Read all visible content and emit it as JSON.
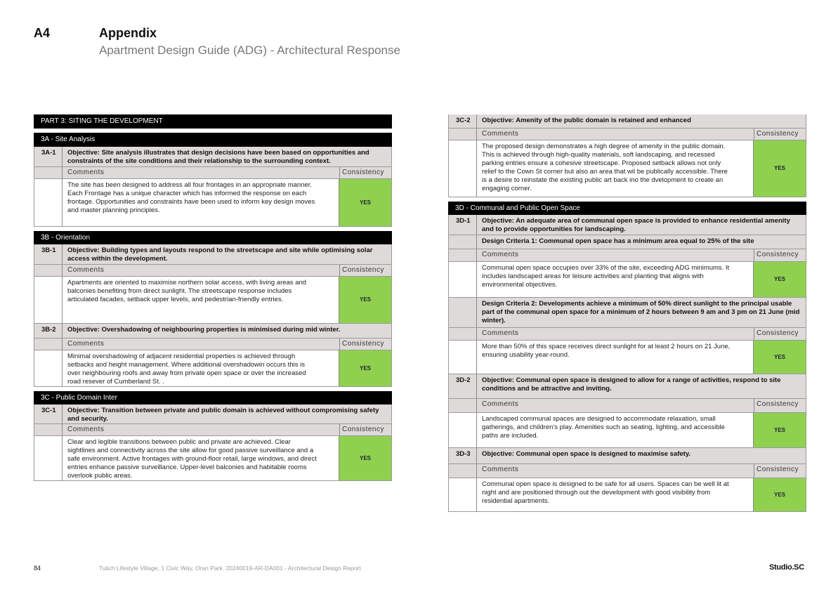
{
  "header": {
    "code": "A4",
    "title": "Appendix",
    "subtitle": "Apartment Design Guide (ADG) - Architectural Response"
  },
  "labels": {
    "comments": "Comments",
    "consistency": "Consistency"
  },
  "colors": {
    "yes": "#8fd14f",
    "header_bg": "#000000",
    "row_bg": "#dedad9"
  },
  "left": [
    {
      "type": "sec",
      "text": "PART 3: SITING THE DEVELOPMENT"
    },
    {
      "type": "sec",
      "text": "3A - Site Analysis"
    },
    {
      "type": "obj",
      "code": "3A-1",
      "text": "Objective: Site analysis illustrates that design decisions have been based on opportunities and constraints of the site conditions and their relationship to the surrounding context."
    },
    {
      "type": "hdr"
    },
    {
      "type": "body",
      "text": "The site has been designed to address all four frontages in an appropriate manner. Each Frontage has a unique character which has informed the response on each frontage. Opportunities and constraints have been used to inform key design moves and master planning principles.",
      "consistency": "YES"
    },
    {
      "type": "sec",
      "text": "3B - Orientation"
    },
    {
      "type": "obj",
      "code": "3B-1",
      "text": "Objective: Building types and layouts respond to the streetscape and site while optimising solar access within the development."
    },
    {
      "type": "hdr"
    },
    {
      "type": "body",
      "text": "Apartments are oriented to maximise northern solar access, with living areas and balconies benefiting from direct sunlight. The streetscape response includes articulated facades, setback upper levels, and pedestrian-friendly entries.",
      "consistency": "YES"
    },
    {
      "type": "obj",
      "code": "3B-2",
      "text": "Objective: Overshadowing of neighbouring properties is minimised during mid winter."
    },
    {
      "type": "hdr"
    },
    {
      "type": "body",
      "text": "Minimal overshadowing of adjacent residential properties is achieved through setbacks and height management. Where additional overshadowin occurs this is over neighbouring roofs and away from private open space or over the increased road resever of Cumberland St. .",
      "consistency": "YES"
    },
    {
      "type": "sec",
      "text": "3C - Public Domain Inter"
    },
    {
      "type": "obj",
      "code": "3C-1",
      "text": "Objective: Transition between private and public domain is achieved without compromising safety and security."
    },
    {
      "type": "hdr"
    },
    {
      "type": "body",
      "text": "Clear and legible transitions between public and private are achieved. Clear sightlines and connectivity across the site allow for good passive surveillance and a safe environment. Active frontages with ground-floor retail, large windows, and direct entries enhance passive surveillance. Upper-level balconies and habitable rooms overlook public areas.",
      "consistency": "YES"
    }
  ],
  "right": [
    {
      "type": "obj",
      "code": "3C-2",
      "text": "Objective: Amenity of the public domain is retained and enhanced"
    },
    {
      "type": "hdr"
    },
    {
      "type": "body",
      "text": "The proposed design demonstrates a high degree of amenity in the public domain. This is achieved through high-quality materials, soft landscaping, and recessed parking entries ensure a cohesive streetscape. Proposed setback allows not only relief to the Cown St corner but also an area that wil be publically accessible. There is a desire to reinstate the existing public art back ino the dvelopment to create an engaging corner.",
      "consistency": "YES"
    },
    {
      "type": "sec",
      "text": "3D - Communal and Public Open Space"
    },
    {
      "type": "obj",
      "code": "3D-1",
      "text": "Objective: An adequate area of communal open space is provided to enhance residential amenity and to provide opportunities for landscaping."
    },
    {
      "type": "crit",
      "code": "",
      "text": "Design Criteria 1: Communal open space has a minimum area equal to 25% of the site"
    },
    {
      "type": "hdr"
    },
    {
      "type": "body",
      "text": "Communal open space occupies over 33% of the site, exceeding ADG minimums. It includes landscaped areas for leisure activities and planting that aligns with environmental objectives.",
      "consistency": "YES"
    },
    {
      "type": "crit",
      "code": "",
      "text": "Design Criteria 2: Developments achieve a minimum of 50% direct sunlight to the principal usable part of the communal open space for a minimum of 2 hours between 9 am and 3 pm on 21 June (mid winter)."
    },
    {
      "type": "hdr"
    },
    {
      "type": "body",
      "text": "More than 50% of this space receives direct sunlight for at least 2 hours on 21 June, ensuring usability year-round.",
      "consistency": "YES"
    },
    {
      "type": "obj",
      "code": "3D-2",
      "text": "Objective: Communal open space is designed to allow for a range of activities, respond to site conditions and be attractive and inviting."
    },
    {
      "type": "hdr"
    },
    {
      "type": "body",
      "text": "Landscaped communal spaces are designed to accommodate relaxation, small gatherings, and children's play. Amenities such as seating, lighting, and accessible paths are included.",
      "consistency": "YES"
    },
    {
      "type": "obj",
      "code": "3D-3",
      "text": "Objective: Communal open space is designed to maximise safety."
    },
    {
      "type": "hdr"
    },
    {
      "type": "body",
      "text": "Communal open space is designed to be safe for all users. Spaces can be well lit at night and are positioned through out the development with good visibility from residential apartments.",
      "consistency": "YES"
    }
  ],
  "footer": {
    "page": "84",
    "text": "Tulich Lifestyle Village, 1 Civic Way, Oran Park. 20240019-AR-DA001 - Architectural Design Report",
    "logo": "Studio.SC"
  }
}
